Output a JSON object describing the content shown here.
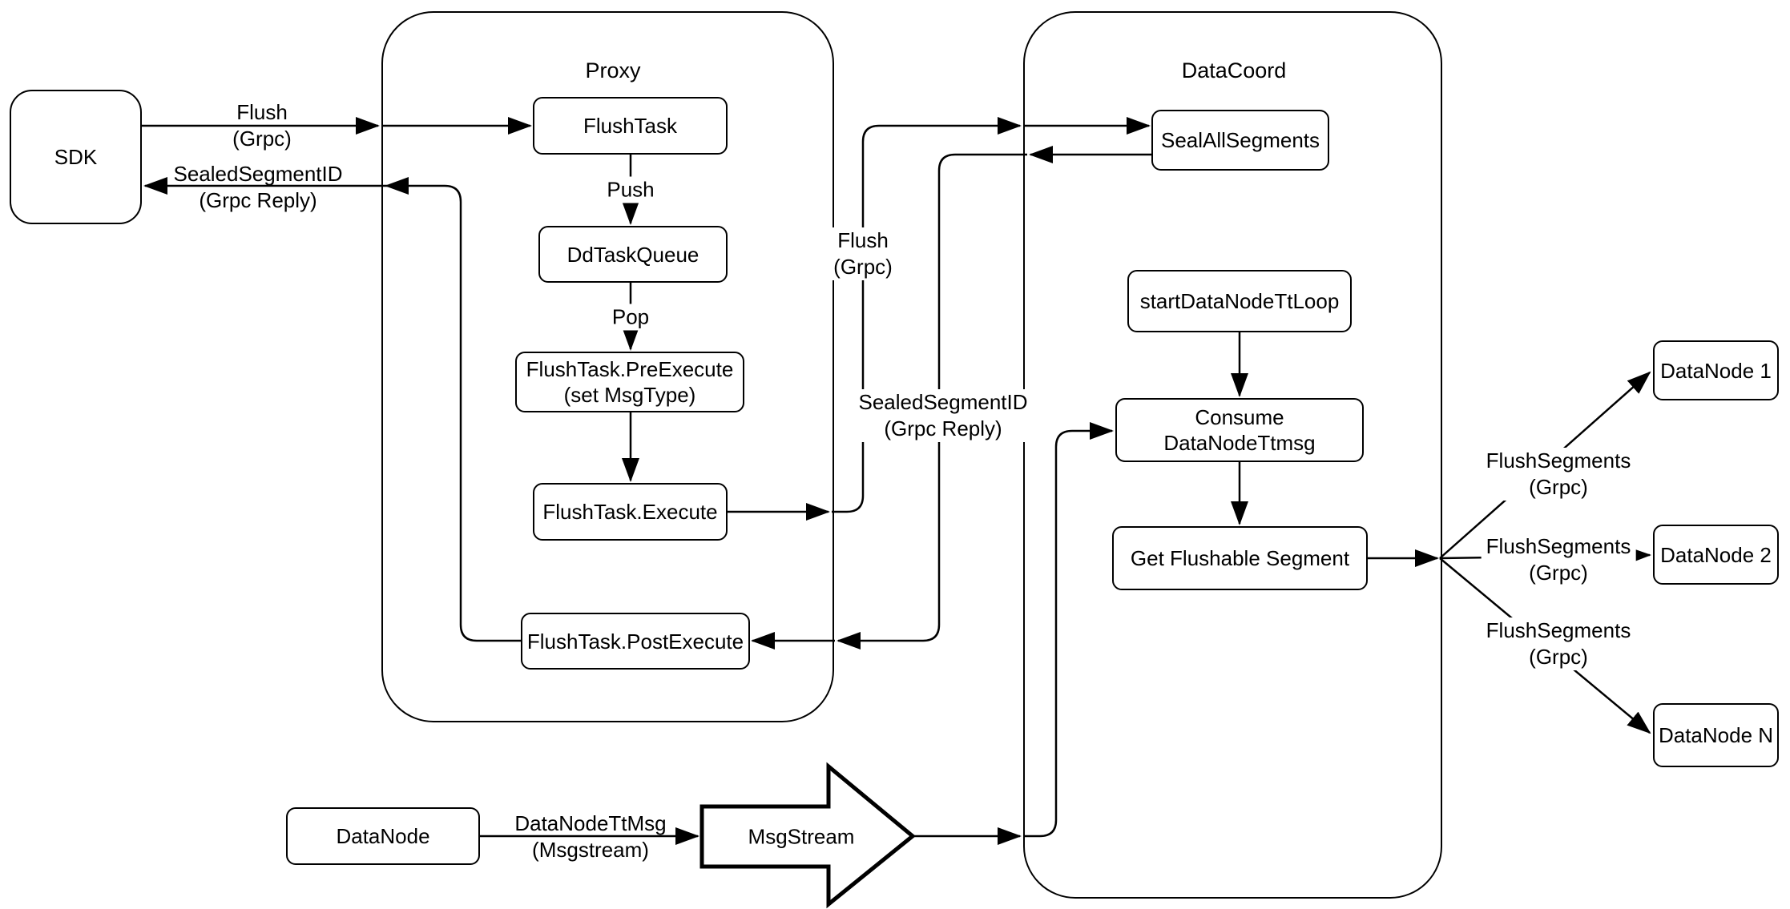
{
  "containers": {
    "proxy": {
      "title": "Proxy"
    },
    "datacoord": {
      "title": "DataCoord"
    }
  },
  "nodes": {
    "sdk": "SDK",
    "flush_task": "FlushTask",
    "dd_task_queue": "DdTaskQueue",
    "pre_execute": "FlushTask.PreExecute\n(set MsgType)",
    "execute": "FlushTask.Execute",
    "post_execute": "FlushTask.PostExecute",
    "seal_all_segments": "SealAllSegments",
    "start_datanode_tt_loop": "startDataNodeTtLoop",
    "consume_datanode_ttmsg": "Consume DataNodeTtmsg",
    "get_flushable_segment": "Get Flushable Segment",
    "datanode_1": "DataNode 1",
    "datanode_2": "DataNode 2",
    "datanode_n": "DataNode N",
    "datanode": "DataNode",
    "msgstream": "MsgStream"
  },
  "edge_labels": {
    "flush_grpc_sdk": "Flush\n(Grpc)",
    "sealed_segment_id_sdk": "SealedSegmentID\n(Grpc Reply)",
    "push": "Push",
    "pop": "Pop",
    "flush_grpc_mid": "Flush\n(Grpc)",
    "sealed_segment_id_mid": "SealedSegmentID\n(Grpc Reply)",
    "flush_segments_1": "FlushSegments\n(Grpc)",
    "flush_segments_2": "FlushSegments\n(Grpc)",
    "flush_segments_3": "FlushSegments\n(Grpc)",
    "datanode_tt_msg": "DataNodeTtMsg\n(Msgstream)"
  },
  "colors": {
    "stroke": "#000000",
    "node_fill": "#ffffff",
    "background": "#ffffff"
  }
}
